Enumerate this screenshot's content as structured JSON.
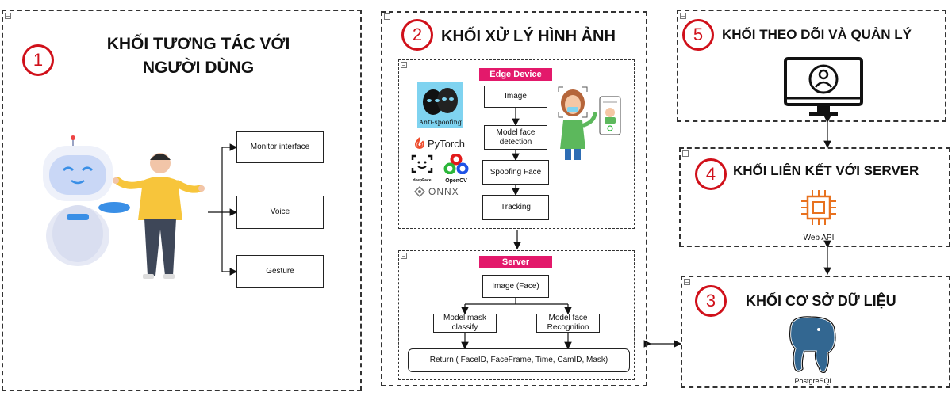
{
  "blocks": {
    "b1": {
      "number": "1",
      "title_line1": "KHỐI TƯƠNG TÁC VỚI",
      "title_line2": "NGƯỜI DÙNG"
    },
    "b2": {
      "number": "2",
      "title": "KHỐI XỬ LÝ HÌNH ẢNH"
    },
    "b3": {
      "number": "3",
      "title": "KHỐI CƠ SỞ DỮ LIỆU"
    },
    "b4": {
      "number": "4",
      "title": "KHỐI LIÊN KẾT VỚI SERVER"
    },
    "b5": {
      "number": "5",
      "title": "KHỐI THEO DÕI VÀ QUẢN LÝ"
    }
  },
  "interaction_outputs": [
    "Monitor interface",
    "Voice",
    "Gesture"
  ],
  "edge_device": {
    "label": "Edge Device",
    "steps": [
      "Image",
      "Model face detection",
      "Spoofing Face",
      "Tracking"
    ],
    "anti_spoofing": "Anti-spoofing",
    "frameworks": {
      "pytorch": "PyTorch",
      "deepface": "deepFace",
      "opencv": "OpenCV",
      "onnx": "ONNX"
    }
  },
  "server": {
    "label": "Server",
    "input": "Image (Face)",
    "model_mask": "Model mask classify",
    "model_recog": "Model face Recognition",
    "output": "Return ( FaceID, FaceFrame, Time, CamID, Mask)"
  },
  "web_api": "Web API",
  "database": "PostgreSQL",
  "colors": {
    "accent_red": "#d0101a",
    "tag_pink": "#e3196b",
    "aws_orange": "#e8711e",
    "pg_blue": "#336791"
  }
}
